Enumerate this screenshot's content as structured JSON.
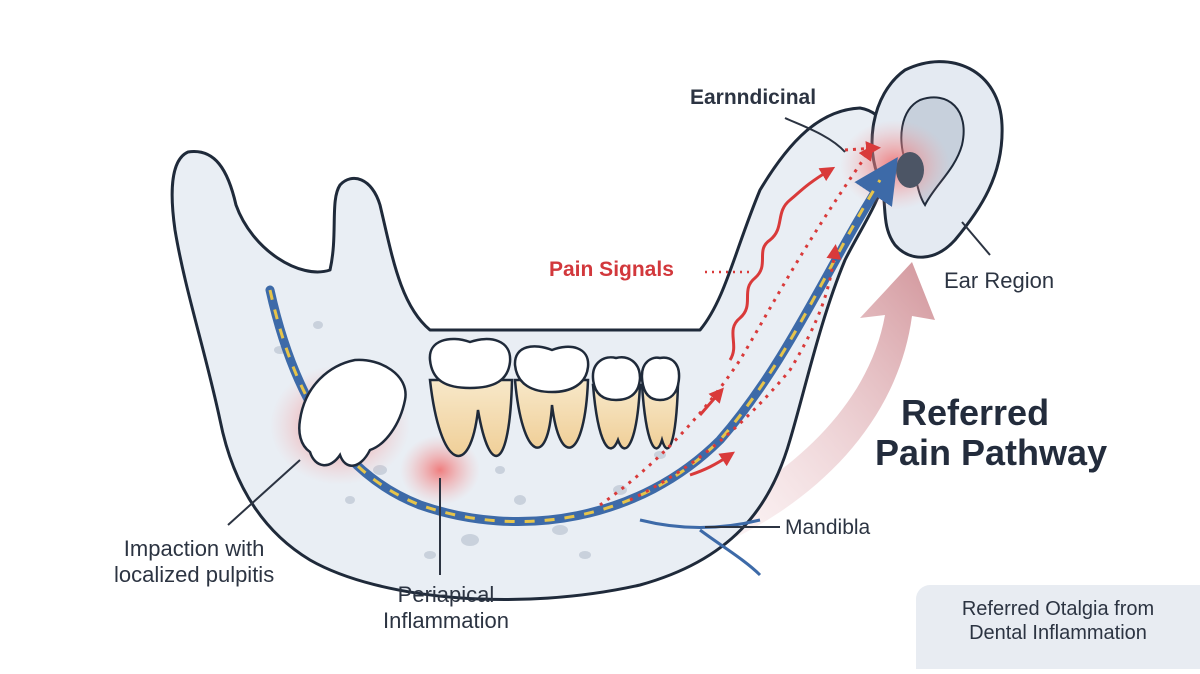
{
  "labels": {
    "earndicinal": "Earnndicinal",
    "pain_signals": "Pain Signals",
    "ear_region": "Ear Region",
    "referred_line1": "Referred",
    "referred_line2": "Pain Pathway",
    "mandible": "Mandibla",
    "impaction_line1": "Impaction with",
    "impaction_line2": "localized pulpitis",
    "periapical_line1": "Periapical",
    "periapical_line2": "Inflammation",
    "caption_line1": "Referred Otalgia from",
    "caption_line2": "Dental Inflammation"
  },
  "colors": {
    "bone_fill": "#e9eef4",
    "bone_outline": "#1f2a3a",
    "nerve": "#3d6aa8",
    "nerve_dash": "#e6c44a",
    "pain_red": "#d93a3a",
    "inflammation": "#f06a6a",
    "arrow_pink": "#cf8f95",
    "tooth_enamel": "#ffffff",
    "tooth_root": "#f4dfb8",
    "caption_bg": "#e8ecf2"
  }
}
